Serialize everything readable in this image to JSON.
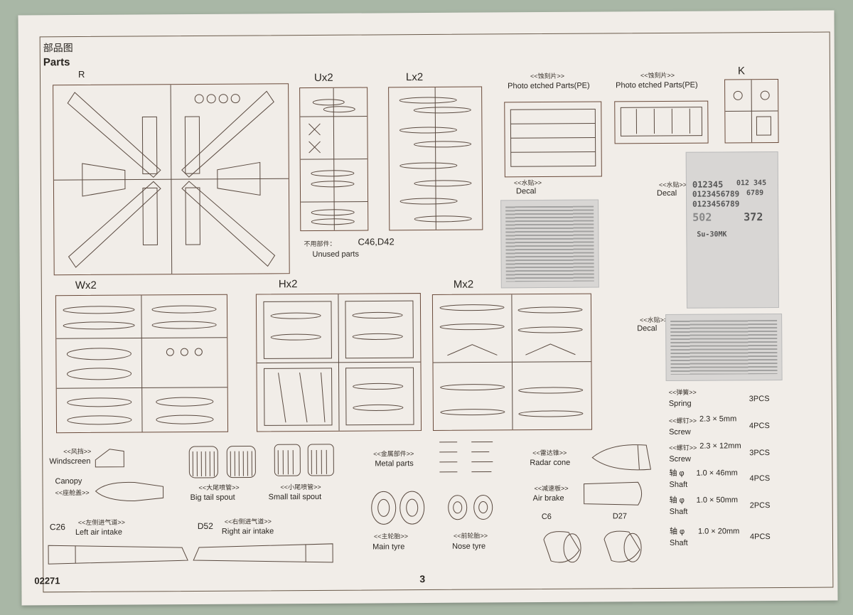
{
  "header": {
    "title_cn": "部品图",
    "title_en": "Parts",
    "sprue_r": "R"
  },
  "sprues": {
    "ux": "Ux2",
    "lx": "Lx2",
    "k": "K",
    "wx": "Wx2",
    "hx": "Hx2",
    "mx": "Mx2"
  },
  "unused": {
    "cn": "不用部件：",
    "parts": "C46,D42",
    "en": "Unused parts"
  },
  "pe": [
    {
      "cn": "<<蚀刻片>>",
      "en": "Photo etched Parts(PE)"
    },
    {
      "cn": "<<蚀刻片>>",
      "en": "Photo etched Parts(PE)"
    }
  ],
  "decals": [
    {
      "cn": "<<水贴>>",
      "en": "Decal"
    },
    {
      "cn": "<<水贴>>",
      "en": "Decal"
    },
    {
      "cn": "<<水贴>>",
      "en": "Decal"
    }
  ],
  "decal_numbers": {
    "row1": "012345",
    "row2": "0123456789",
    "row3": "012 345",
    "row4": "6789",
    "row5": "0123456789",
    "row6": "502",
    "row7": "372",
    "model": "Su-30MK"
  },
  "clear_parts": [
    {
      "cn": "<<风挡>>",
      "en": "Windscreen"
    },
    {
      "cn": "<<座舱盖>>",
      "en": "Canopy"
    }
  ],
  "tail": [
    {
      "cn": "<<大尾喷管>>",
      "en": "Big tail spout"
    },
    {
      "cn": "<<小尾喷管>>",
      "en": "Small tail spout"
    }
  ],
  "intakes": [
    {
      "code": "C26",
      "cn": "<<左侧进气道>>",
      "en": "Left air intake"
    },
    {
      "code": "D52",
      "cn": "<<右侧进气道>>",
      "en": "Right air intake"
    }
  ],
  "metal": {
    "cn": "<<金属部件>>",
    "en": "Metal parts"
  },
  "tyres": [
    {
      "cn": "<<主轮胎>>",
      "en": "Main tyre"
    },
    {
      "cn": "<<前轮胎>>",
      "en": "Nose tyre"
    }
  ],
  "radar": {
    "cn": "<<雷达锥>>",
    "en": "Radar cone"
  },
  "brake": {
    "cn": "<<减速板>>",
    "en": "Air brake"
  },
  "nozzles": {
    "c6": "C6",
    "d27": "D27"
  },
  "hardware": [
    {
      "cn": "<<弹簧>>",
      "en": "Spring",
      "size": "",
      "qty": "3PCS"
    },
    {
      "cn": "<<螺钉>>",
      "en": "Screw",
      "size": "2.3 × 5mm",
      "qty": "4PCS"
    },
    {
      "cn": "<<螺钉>>",
      "en": "Screw",
      "size": "2.3 × 12mm",
      "qty": "3PCS"
    },
    {
      "cn": "轴 φ",
      "en": "Shaft",
      "size": "1.0 × 46mm",
      "qty": "4PCS"
    },
    {
      "cn": "轴 φ",
      "en": "Shaft",
      "size": "1.0 × 50mm",
      "qty": "2PCS"
    },
    {
      "cn": "轴 φ",
      "en": "Shaft",
      "size": "1.0 × 20mm",
      "qty": "4PCS"
    }
  ],
  "footer": {
    "code": "02271",
    "page": "3"
  }
}
